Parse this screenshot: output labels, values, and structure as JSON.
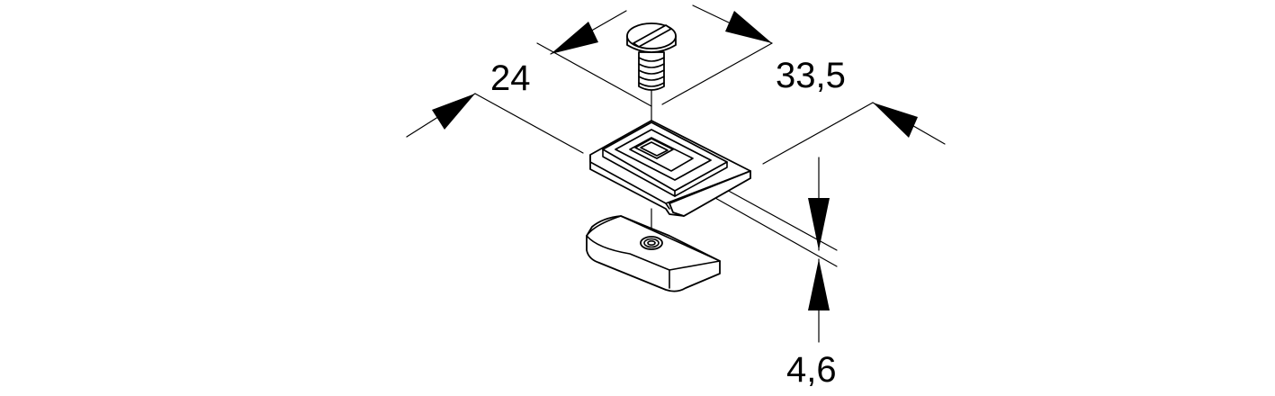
{
  "dimensions": {
    "width_label": "24",
    "depth_label": "33,5",
    "thickness_label": "4,6"
  },
  "colors": {
    "line": "#000000",
    "background": "#ffffff"
  },
  "parts": {
    "screw_icon": "slotted-screw-icon",
    "clip_icon": "square-clip-icon",
    "nut_icon": "square-nut-icon"
  }
}
